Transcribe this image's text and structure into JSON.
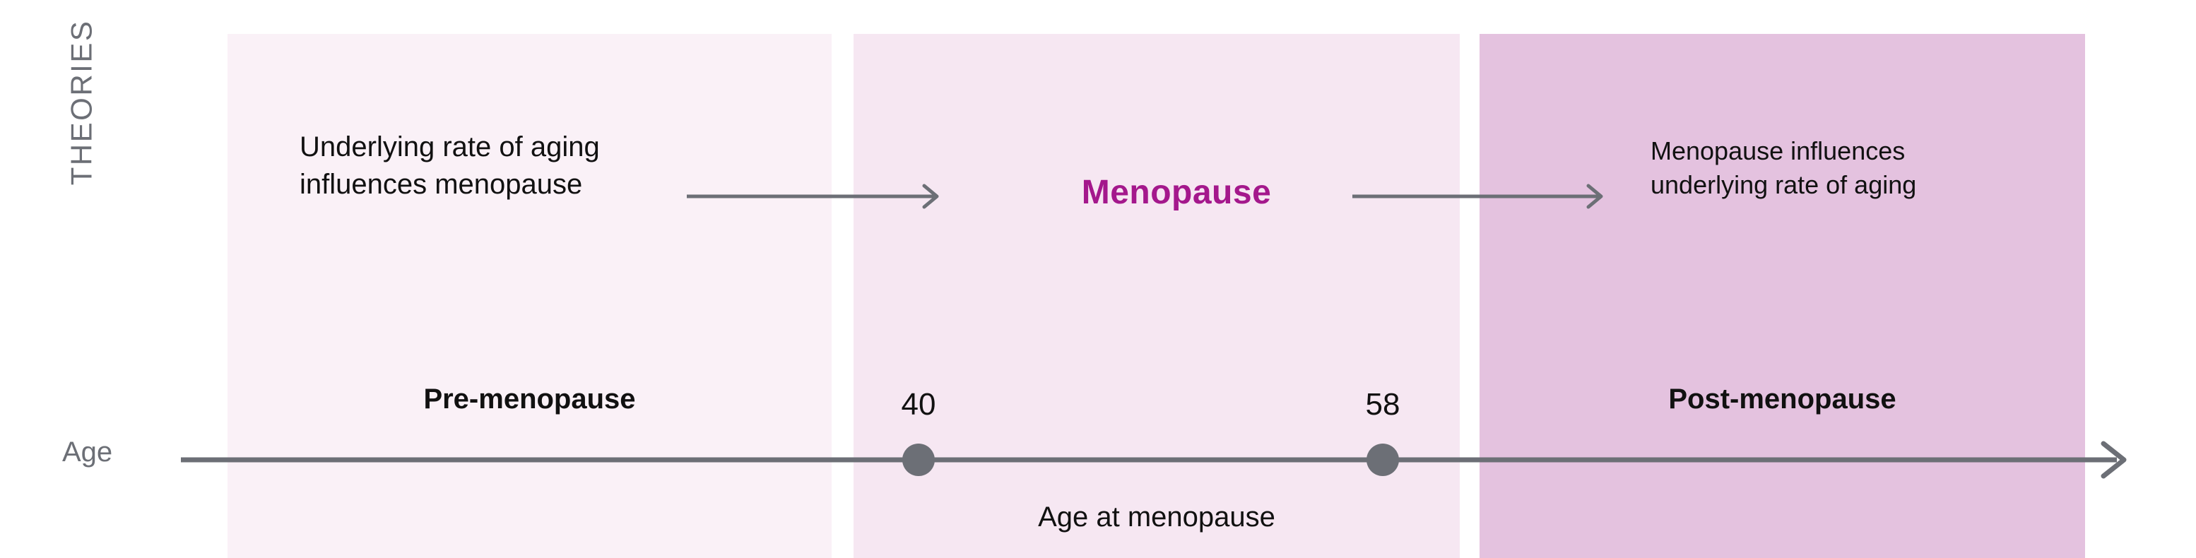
{
  "figure": {
    "section_label": "THEORIES",
    "accent_color": "#a4188c",
    "axis_color": "#6c6f76",
    "text_color": "#111111"
  },
  "bands": [
    {
      "id": "pre",
      "phase_label": "Pre-menopause",
      "color": "#faf1f7"
    },
    {
      "id": "meno",
      "phase_label": "",
      "color": "#f6e7f2"
    },
    {
      "id": "post",
      "phase_label": "Post-menopause",
      "color": "#e4c2df"
    }
  ],
  "theories": {
    "left_text": "Underlying rate of aging influences menopause",
    "center_title": "Menopause",
    "right_text": "Menopause influences underlying rate of aging"
  },
  "axis": {
    "label": "Age",
    "caption": "Age at menopause",
    "ticks": [
      {
        "value": "40"
      },
      {
        "value": "58"
      }
    ]
  },
  "chart_data": {
    "type": "timeline",
    "title": "",
    "xlabel": "Age",
    "axis_caption": "Age at menopause",
    "grid": false,
    "legend": "none",
    "markers": [
      {
        "label": "40",
        "value": 40
      },
      {
        "label": "58",
        "value": 58
      }
    ],
    "phases": [
      {
        "name": "Pre-menopause",
        "range": [
          null,
          40
        ],
        "color": "#faf1f7"
      },
      {
        "name": "Menopause",
        "range": [
          40,
          58
        ],
        "color": "#f6e7f2"
      },
      {
        "name": "Post-menopause",
        "range": [
          58,
          null
        ],
        "color": "#e4c2df"
      }
    ],
    "annotations": [
      {
        "text": "Underlying rate of aging influences menopause",
        "phase": "Pre-menopause"
      },
      {
        "text": "Menopause",
        "phase": "Menopause"
      },
      {
        "text": "Menopause influences underlying rate of aging",
        "phase": "Post-menopause"
      }
    ],
    "flows": [
      {
        "from": "Pre-menopause",
        "to": "Menopause"
      },
      {
        "from": "Menopause",
        "to": "Post-menopause"
      }
    ]
  }
}
